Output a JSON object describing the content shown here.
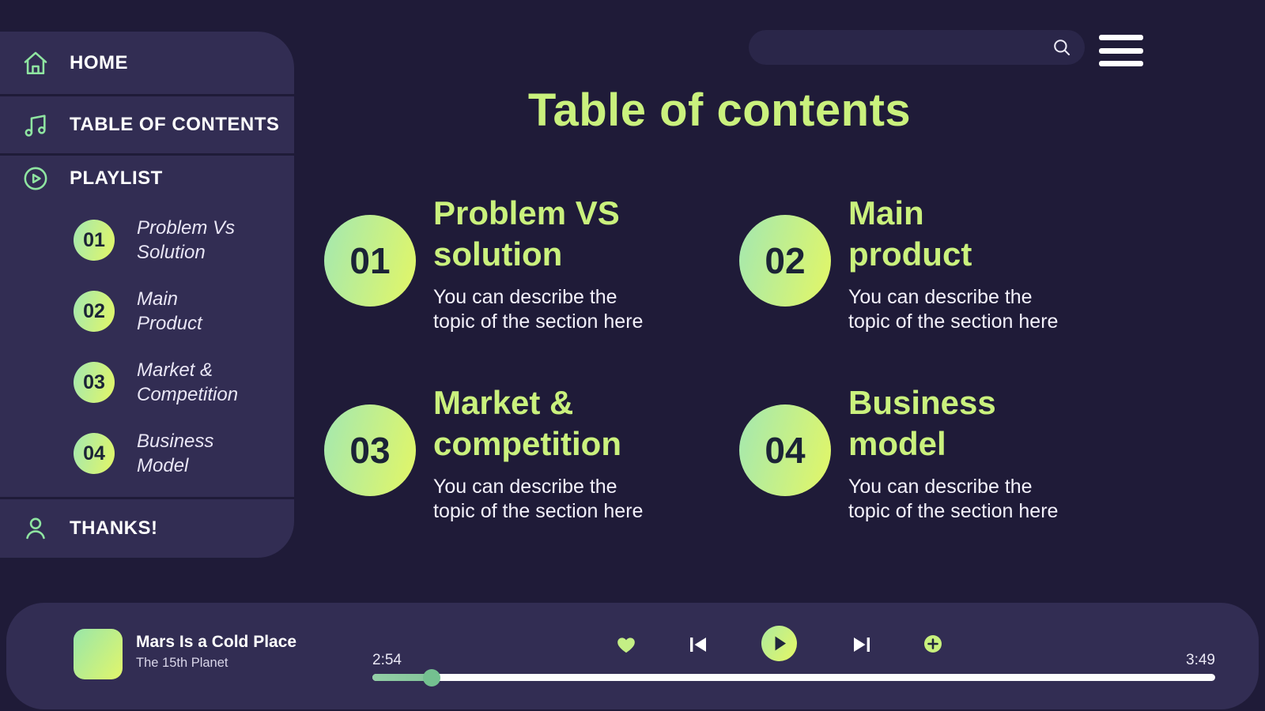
{
  "theme": {
    "background": "#1f1b38",
    "panel": "#322d53",
    "accent_lime": "#caf17d",
    "accent_mint": "#8fe5a1",
    "text_light": "#f3f1fb"
  },
  "sidebar": {
    "nav": [
      {
        "label": "HOME",
        "icon": "home-icon"
      },
      {
        "label": "TABLE OF CONTENTS",
        "icon": "music-note-icon"
      },
      {
        "label": "PLAYLIST",
        "icon": "play-circle-icon"
      },
      {
        "label": "THANKS!",
        "icon": "person-icon"
      }
    ],
    "playlist": [
      {
        "number": "01",
        "title": "Problem Vs\nSolution"
      },
      {
        "number": "02",
        "title": "Main\nProduct"
      },
      {
        "number": "03",
        "title": "Market &\nCompetition"
      },
      {
        "number": "04",
        "title": "Business\nModel"
      }
    ]
  },
  "header": {
    "search": {
      "value": "",
      "placeholder": ""
    },
    "search_icon": "magnifier",
    "menu_icon": "hamburger"
  },
  "main": {
    "title": "Table of contents",
    "items": [
      {
        "number": "01",
        "title": "Problem VS\nsolution",
        "description": "You can describe the\ntopic of the section here"
      },
      {
        "number": "02",
        "title": "Main\nproduct",
        "description": "You can describe the\ntopic of the section here"
      },
      {
        "number": "03",
        "title": "Market &\ncompetition",
        "description": "You can describe the\ntopic of the section here"
      },
      {
        "number": "04",
        "title": "Business\nmodel",
        "description": "You can describe the\ntopic of the section here"
      }
    ]
  },
  "player": {
    "song_title": "Mars Is a Cold Place",
    "artist": "The 15th Planet",
    "elapsed": "2:54",
    "duration": "3:49",
    "progress_percent": 7,
    "controls": [
      "heart-icon",
      "skip-previous-icon",
      "play-icon",
      "skip-next-icon",
      "plus-icon"
    ]
  }
}
